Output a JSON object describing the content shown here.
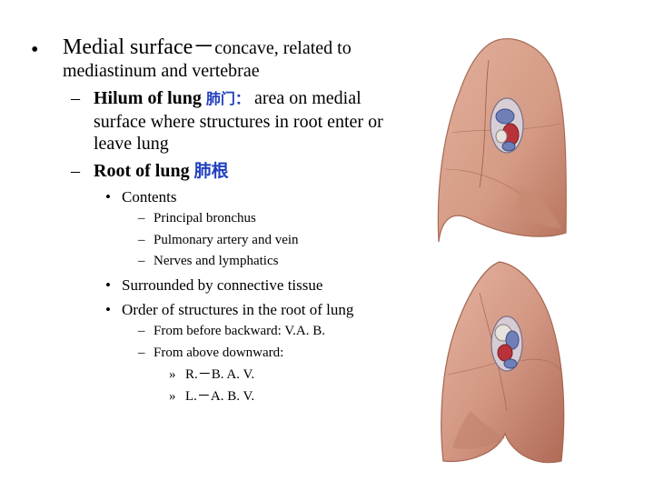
{
  "bullets": {
    "b1": {
      "marker": "•",
      "head": "Medial surface－",
      "tail": "concave, related to",
      "cont": "mediastinum and vertebrae"
    },
    "b2": {
      "marker": "–",
      "bold": "Hilum of lung",
      "cn": "肺门：",
      "text": "area on medial",
      "cont1": "surface where structures in root enter or",
      "cont2": "leave lung"
    },
    "b3": {
      "marker": "–",
      "bold": "Root of lung",
      "cn": "肺根"
    },
    "b4": {
      "marker": "•",
      "text": "Contents"
    },
    "b5": {
      "marker": "–",
      "text": "Principal bronchus"
    },
    "b6": {
      "marker": "–",
      "text": "Pulmonary artery and vein"
    },
    "b7": {
      "marker": "–",
      "text": "Nerves and lymphatics"
    },
    "b8": {
      "marker": "•",
      "text": "Surrounded by connective tissue"
    },
    "b9": {
      "marker": "•",
      "text": "Order of structures in the root of lung"
    },
    "b10": {
      "marker": "–",
      "text": "From before backward:  V.A. B."
    },
    "b11": {
      "marker": "–",
      "text": "From above downward:"
    },
    "b12": {
      "marker": "»",
      "text": "R.－B. A. V."
    },
    "b13": {
      "marker": "»",
      "text": "L.－A. B. V."
    }
  },
  "colors": {
    "lung_base": "#d9a08a",
    "lung_shadow": "#b5705c",
    "hilum_blue": "#6f7fb8",
    "hilum_red": "#b8323a",
    "bronchus": "#e8e2dc"
  }
}
